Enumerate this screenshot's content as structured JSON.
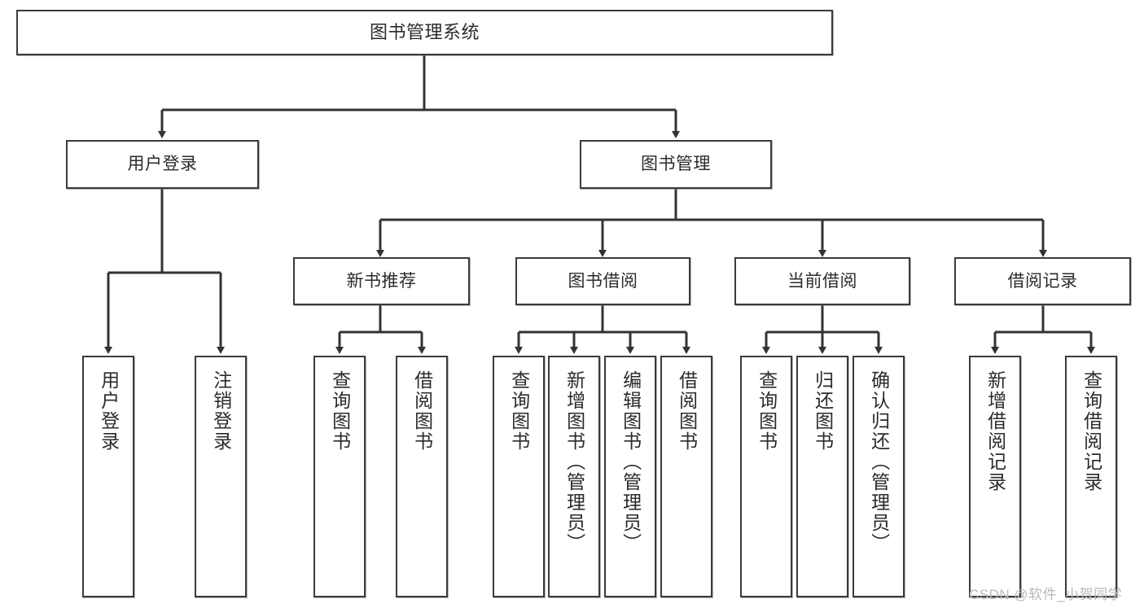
{
  "diagram": {
    "title": "图书管理系统",
    "type": "tree",
    "watermark": "CSDN @软件_小贺同学",
    "colors": {
      "background": "#ffffff",
      "border": "#3b3b3b",
      "text": "#2b2b2b",
      "connector": "#333333",
      "watermark": "#b9b9b9"
    },
    "nodes": {
      "root": {
        "label": "图书管理系统"
      },
      "level2": [
        {
          "label": "用户登录"
        },
        {
          "label": "图书管理"
        }
      ],
      "level3": [
        {
          "label": "新书推荐"
        },
        {
          "label": "图书借阅"
        },
        {
          "label": "当前借阅"
        },
        {
          "label": "借阅记录"
        }
      ],
      "leaves": {
        "user_login": [
          {
            "label": "用户登录"
          },
          {
            "label": "注销登录"
          }
        ],
        "new_book_recommend": [
          {
            "label": "查询图书"
          },
          {
            "label": "借阅图书"
          }
        ],
        "book_borrow": [
          {
            "label": "查询图书"
          },
          {
            "label": "新增图书（管理员）"
          },
          {
            "label": "编辑图书（管理员）"
          },
          {
            "label": "借阅图书"
          }
        ],
        "current_borrow": [
          {
            "label": "查询图书"
          },
          {
            "label": "归还图书"
          },
          {
            "label": "确认归还（管理员）"
          }
        ],
        "borrow_record": [
          {
            "label": "新增借阅记录"
          },
          {
            "label": "查询借阅记录"
          }
        ]
      }
    }
  }
}
